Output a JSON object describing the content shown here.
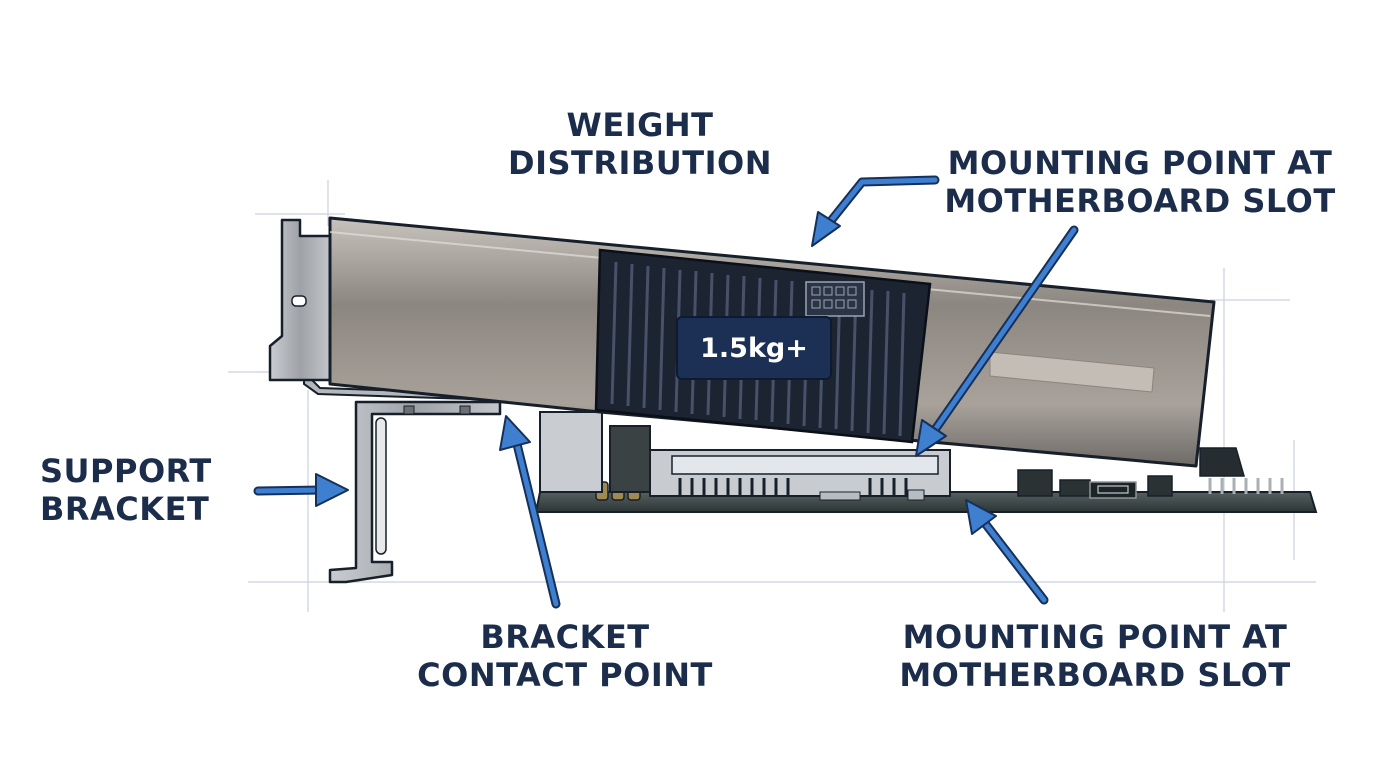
{
  "labels": {
    "weight_distribution": [
      "WEIGHT",
      "DISTRIBUTION"
    ],
    "mounting_point_top": [
      "MOUNTING POINT AT",
      "MOTHERBOARD SLOT"
    ],
    "support_bracket": [
      "SUPPORT",
      "BRACKET"
    ],
    "bracket_contact_point": [
      "BRACKET",
      "CONTACT POINT"
    ],
    "mounting_point_bottom": [
      "MOUNTING POINT AT",
      "MOTHERBOARD SLOT"
    ]
  },
  "gpu": {
    "weight_label": "1.5kg+"
  },
  "colors": {
    "label_text": "#1b2d4a",
    "arrow": "#3f7fcf",
    "arrow_outline": "#16305a",
    "badge": "#1c2f54",
    "gpu_shroud": "#8c8680",
    "heatsink": "#1c2431",
    "pcb": "#3d4a4a",
    "bracket_metal": "#a9adb2",
    "guide_lines": "#c9d1dc"
  }
}
